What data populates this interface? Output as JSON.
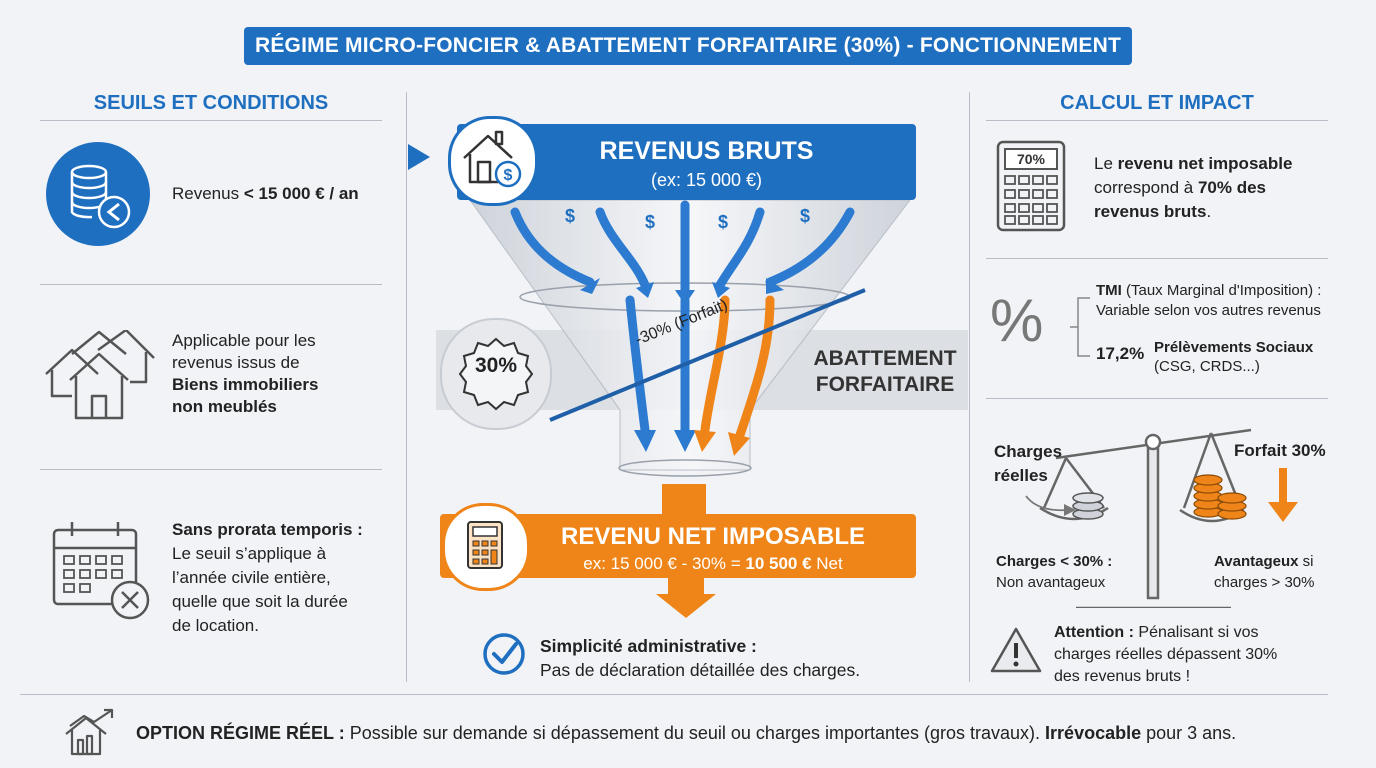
{
  "title": "RÉGIME MICRO-FONCIER & ABATTEMENT FORFAITAIRE (30%) - FONCTIONNEMENT",
  "left": {
    "heading": "SEUILS ET CONDITIONS",
    "threshold": {
      "prefix": "Revenus",
      "bold": "< 15 000 € / an"
    },
    "applicable": {
      "line1": "Applicable pour les",
      "line2": "revenus issus de",
      "bold1": "Biens immobiliers",
      "bold2": "non meublés"
    },
    "prorata": {
      "bold": "Sans prorata temporis :",
      "line1": "Le seuil s’applique à",
      "line2": "l’année civile entière,",
      "line3": "quelle que soit la durée",
      "line4": "de location."
    }
  },
  "center": {
    "gross": {
      "title": "REVENUS BRUTS",
      "example": "(ex: 15 000 €)"
    },
    "badge": "30%",
    "cut_label": "-30% (Forfait)",
    "abatement": {
      "line1": "ABATTEMENT",
      "line2": "FORFAITAIRE"
    },
    "net": {
      "title": "REVENU NET IMPOSABLE",
      "example_prefix": "ex: 15 000 € - 30% = ",
      "example_bold": "10 500 €",
      "example_suffix": " Net"
    },
    "simplicity": {
      "bold": "Simplicité administrative :",
      "text": "Pas de déclaration détaillée des charges."
    }
  },
  "right": {
    "heading": "CALCUL ET IMPACT",
    "calc_display": "70%",
    "net_text": {
      "p1": "Le ",
      "b1": "revenu net imposable",
      "p2": "correspond à ",
      "b2": "70% des",
      "b3": "revenus bruts",
      "p3": "."
    },
    "tmi": {
      "bold": "TMI",
      "text1": " (Taux Marginal d'Imposition) :",
      "text2": "Variable selon vos autres revenus"
    },
    "social": {
      "rate": "17,2%",
      "bold": "Prélèvements Sociaux",
      "text": "(CSG, CRDS...)"
    },
    "scale": {
      "left_label_1": "Charges",
      "left_label_2": "réelles",
      "right_label": "Forfait 30%",
      "left_cond_bold": "Charges < 30% :",
      "left_cond": "Non avantageux",
      "right_cond_bold": "Avantageux",
      "right_cond_1": " si",
      "right_cond_2": "charges > 30%"
    },
    "warning": {
      "bold": "Attention :",
      "text1": " Pénalisant si vos",
      "text2": "charges réelles dépassent 30%",
      "text3": "des revenus bruts !"
    }
  },
  "footer": {
    "bold1": "OPTION RÉGIME RÉEL :",
    "text": " Possible sur demande si dépassement du seuil ou charges importantes (gros travaux). ",
    "bold2": "Irrévocable",
    "text2": " pour 3 ans."
  },
  "colors": {
    "blue": "#1f6fc0",
    "orange": "#ef8519",
    "gray": "#dcdfe4"
  }
}
